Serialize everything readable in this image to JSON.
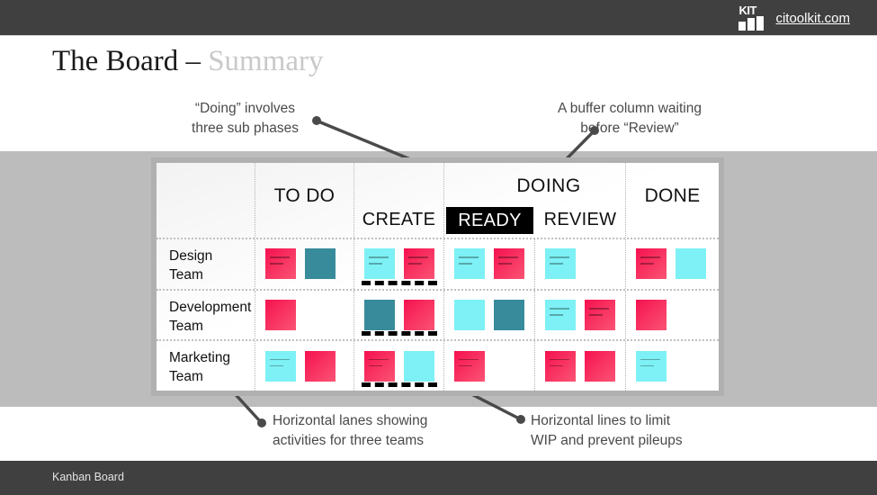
{
  "header": {
    "logo_word": "KIT",
    "logo_icon": "bar-chart-icon",
    "link": "citoolkit.com"
  },
  "title": {
    "main": "The Board – ",
    "accent": "Summary"
  },
  "callouts": {
    "doing": "“Doing” involves\nthree sub phases",
    "doing_line1": "“Doing” involves",
    "doing_line2": "three sub phases",
    "buffer_line1": "A buffer column waiting",
    "buffer_line2": "before “Review”",
    "lanes_line1": "Horizontal lanes showing",
    "lanes_line2": "activities for three teams",
    "wip_line1": "Horizontal lines to limit",
    "wip_line2": "WIP and prevent pileups"
  },
  "board": {
    "group_label": "DOING",
    "columns": [
      {
        "key": "todo",
        "label": "TO DO"
      },
      {
        "key": "create",
        "label": "CREATE"
      },
      {
        "key": "ready",
        "label": "READY",
        "highlight": true
      },
      {
        "key": "review",
        "label": "REVIEW"
      },
      {
        "key": "done",
        "label": "DONE"
      }
    ],
    "lanes": [
      {
        "name_line1": "Design",
        "name_line2": "Team",
        "cells": {
          "todo": [
            {
              "color": "pink",
              "lines": 2
            },
            {
              "color": "teal",
              "lines": 0
            }
          ],
          "create": [
            {
              "color": "cyan",
              "lines": 2
            },
            {
              "color": "pink",
              "lines": 2
            }
          ],
          "ready": [
            {
              "color": "cyan",
              "lines": 2
            },
            {
              "color": "pink",
              "lines": 2
            }
          ],
          "review": [
            {
              "color": "cyan",
              "lines": 2
            }
          ],
          "done": [
            {
              "color": "pink",
              "lines": 2
            },
            {
              "color": "cyan",
              "lines": 0
            }
          ]
        },
        "wip_limit_column": "create"
      },
      {
        "name_line1": "Development",
        "name_line2": "Team",
        "cells": {
          "todo": [
            {
              "color": "pink",
              "lines": 0
            }
          ],
          "create": [
            {
              "color": "teal",
              "lines": 0
            },
            {
              "color": "pink",
              "lines": 0
            }
          ],
          "ready": [
            {
              "color": "cyan",
              "lines": 0
            },
            {
              "color": "teal",
              "lines": 0
            }
          ],
          "review": [
            {
              "color": "cyan",
              "lines": 2
            },
            {
              "color": "pink",
              "lines": 2
            }
          ],
          "done": [
            {
              "color": "pink",
              "lines": 0
            }
          ]
        },
        "wip_limit_column": "create"
      },
      {
        "name_line1": "Marketing",
        "name_line2": "Team",
        "cells": {
          "todo": [
            {
              "color": "cyan",
              "lines": 2
            },
            {
              "color": "pink",
              "lines": 0
            }
          ],
          "create": [
            {
              "color": "pink",
              "lines": 2
            },
            {
              "color": "cyan",
              "lines": 0
            }
          ],
          "ready": [
            {
              "color": "pink",
              "lines": 2
            }
          ],
          "review": [
            {
              "color": "pink",
              "lines": 2
            },
            {
              "color": "pink",
              "lines": 0
            }
          ],
          "done": [
            {
              "color": "cyan",
              "lines": 2
            }
          ]
        },
        "wip_limit_column": "create"
      }
    ]
  },
  "footer": {
    "label": "Kanban Board"
  },
  "colors": {
    "pink": "#f5114f",
    "pink_light": "#fb5474",
    "cyan": "#7df1f5",
    "teal": "#388b9b",
    "band": "#bcbcbc",
    "bar": "#404040",
    "title_muted": "#c9c9c9"
  }
}
